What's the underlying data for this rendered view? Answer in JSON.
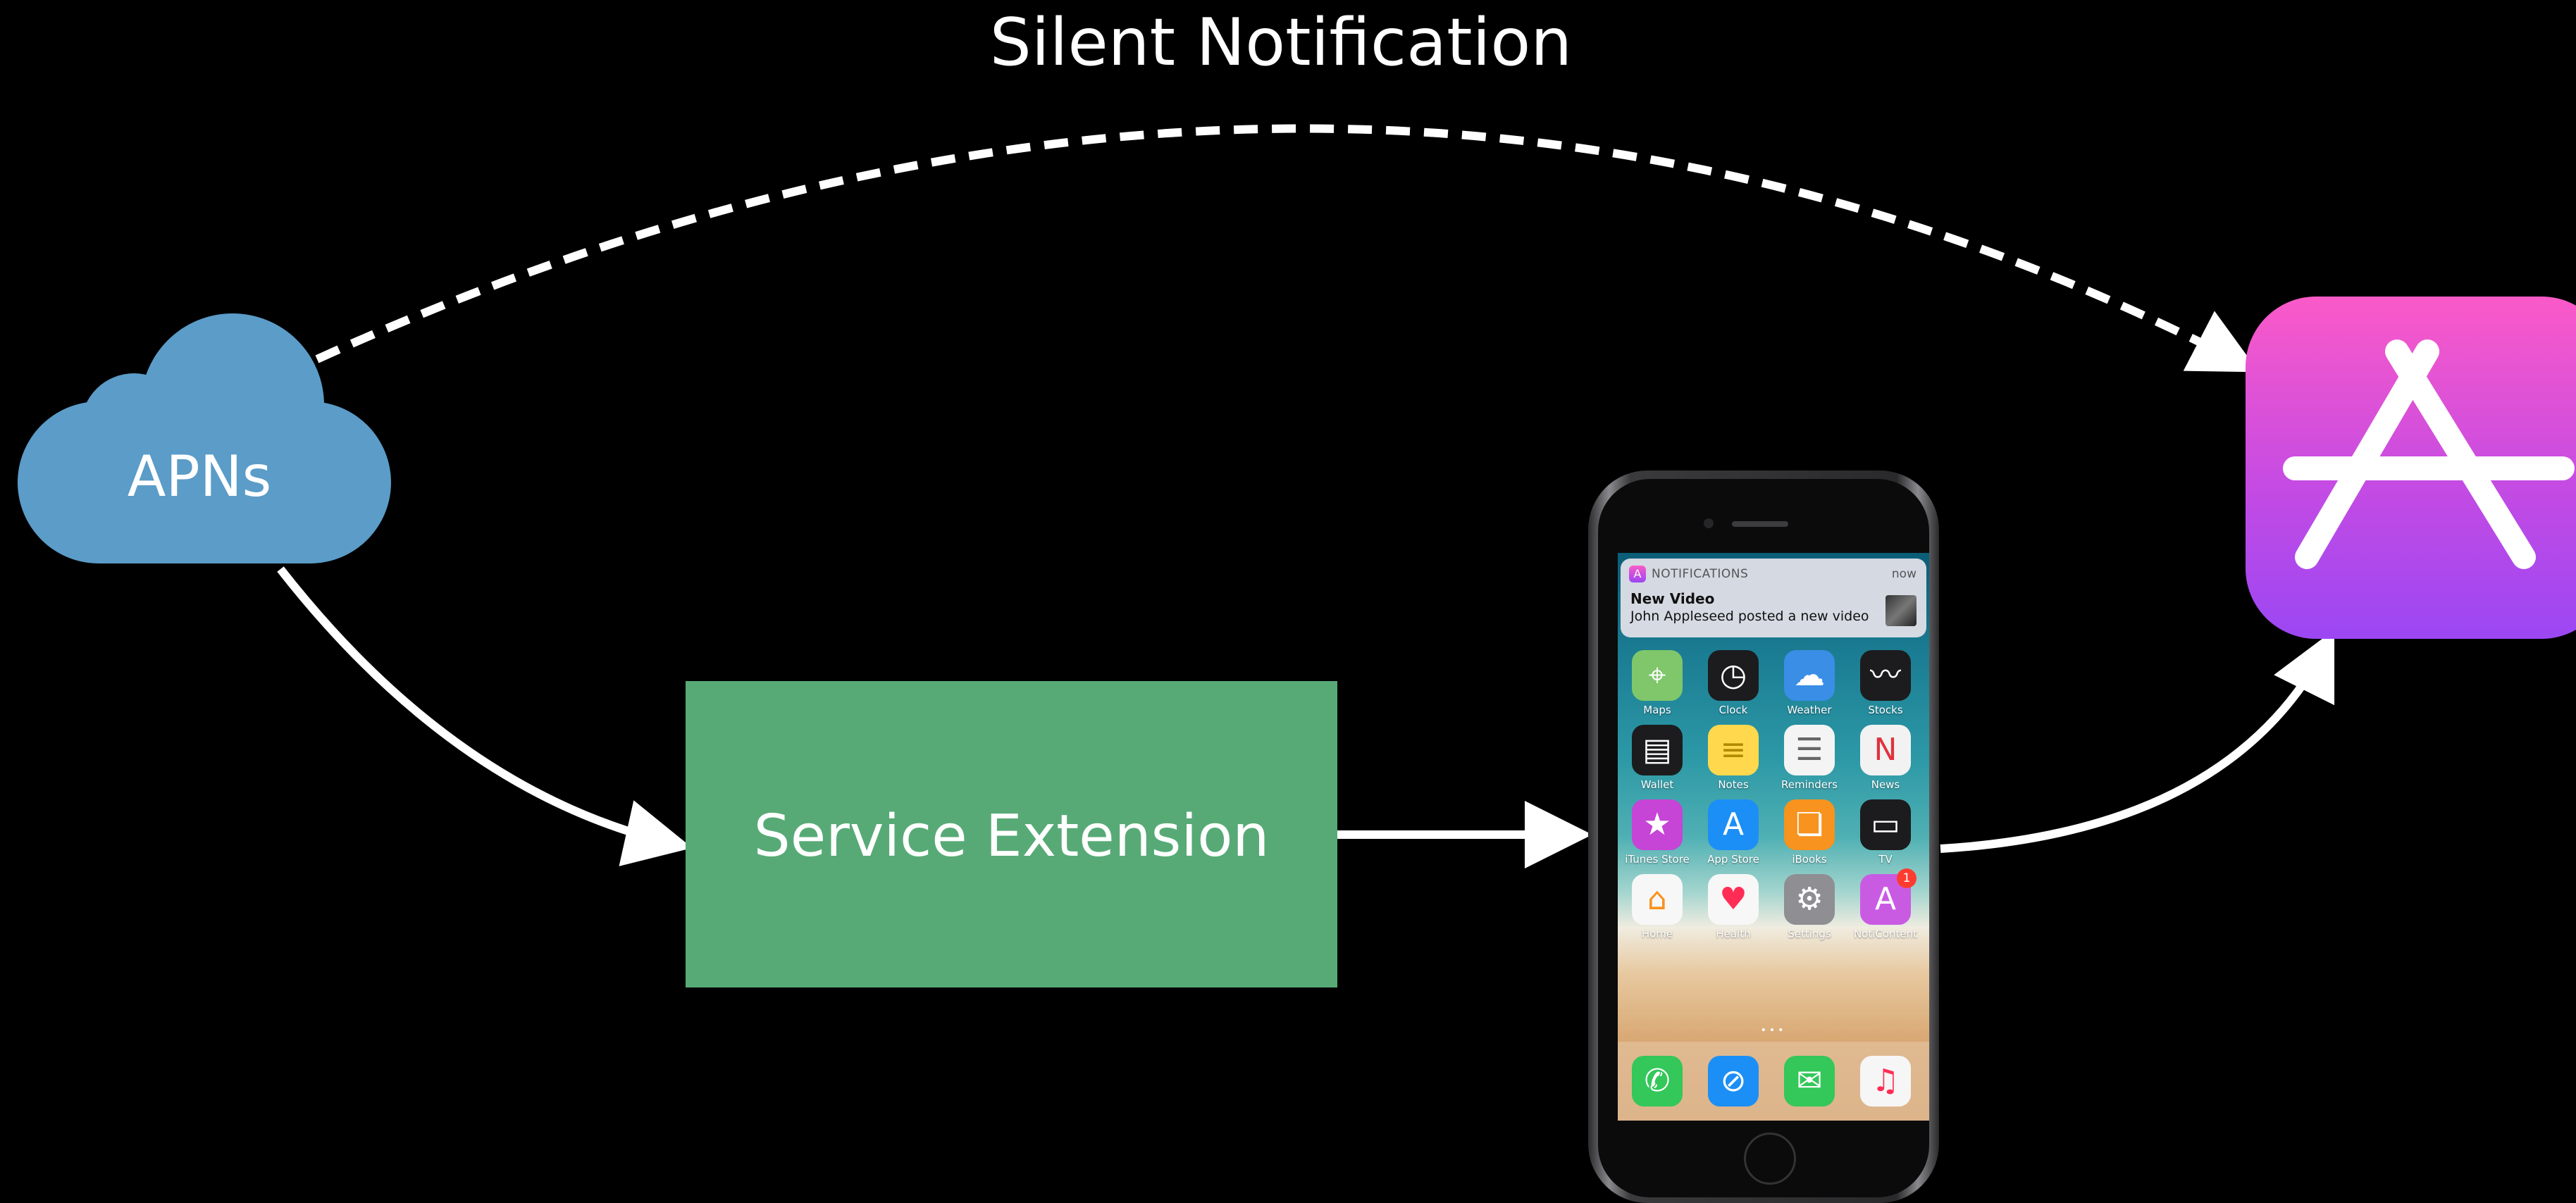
{
  "title": "Silent Notification",
  "apns": {
    "label": "APNs",
    "color": "#5b9cc8"
  },
  "service_extension": {
    "label": "Service Extension",
    "color": "#57aa76"
  },
  "app_tile": {
    "icon": "app-store-icon",
    "gradient": [
      "#fb5ac8",
      "#9b47f3"
    ]
  },
  "phone": {
    "notification": {
      "app_name": "NOTIFICATIONS",
      "time": "now",
      "title": "New Video",
      "body": "John Appleseed posted a new video"
    },
    "apps": [
      {
        "label": "Maps",
        "icon": "maps-icon",
        "color": "#7fc76a"
      },
      {
        "label": "Clock",
        "icon": "clock-icon",
        "color": "#1c1c1e"
      },
      {
        "label": "Weather",
        "icon": "weather-icon",
        "color": "#3a8ee6"
      },
      {
        "label": "Stocks",
        "icon": "stocks-icon",
        "color": "#1c1c1e"
      },
      {
        "label": "Wallet",
        "icon": "wallet-icon",
        "color": "#1c1c1e"
      },
      {
        "label": "Notes",
        "icon": "notes-icon",
        "color": "#ffd84d"
      },
      {
        "label": "Reminders",
        "icon": "reminders-icon",
        "color": "#f4f4f4"
      },
      {
        "label": "News",
        "icon": "news-icon",
        "color": "#f2f2f2"
      },
      {
        "label": "iTunes Store",
        "icon": "itunes-store-icon",
        "color": "#c644d6"
      },
      {
        "label": "App Store",
        "icon": "app-store-icon",
        "color": "#1b8ff5"
      },
      {
        "label": "iBooks",
        "icon": "ibooks-icon",
        "color": "#f7931e"
      },
      {
        "label": "TV",
        "icon": "tv-icon",
        "color": "#1c1c1e"
      },
      {
        "label": "Home",
        "icon": "home-icon",
        "color": "#f7f7f7"
      },
      {
        "label": "Health",
        "icon": "health-icon",
        "color": "#f7f7f7"
      },
      {
        "label": "Settings",
        "icon": "settings-icon",
        "color": "#8e8e93"
      },
      {
        "label": "NotiContent",
        "icon": "app-store-icon",
        "color": "#c95be3",
        "badge": "1"
      }
    ],
    "dock": [
      {
        "icon": "phone-icon",
        "color": "#34c759"
      },
      {
        "icon": "safari-icon",
        "color": "#1b8ff5"
      },
      {
        "icon": "messages-icon",
        "color": "#34c759"
      },
      {
        "icon": "music-icon",
        "color": "#f6f6f6"
      }
    ]
  }
}
